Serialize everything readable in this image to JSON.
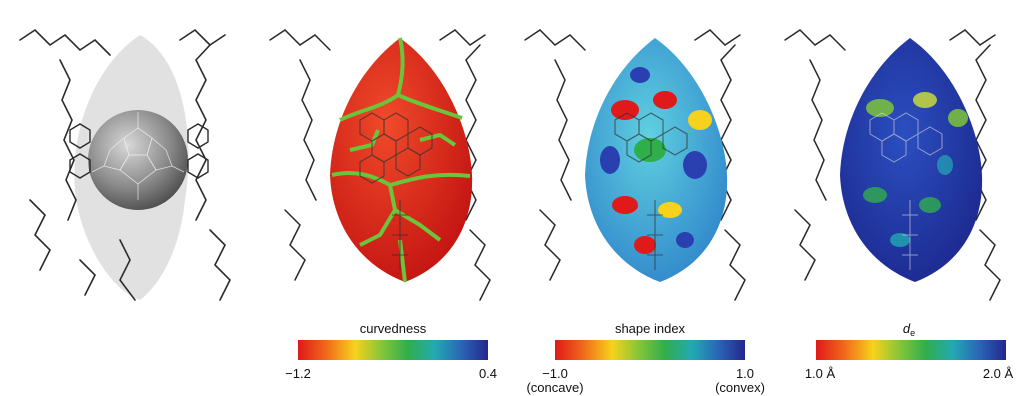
{
  "panels": [
    {
      "id": "molecule",
      "surface": "grey-translucent",
      "scale": null
    },
    {
      "id": "curvedness",
      "surface": "curvedness-map",
      "scale": {
        "title": "curvedness",
        "min_label": "−1.2",
        "max_label": "0.4",
        "colors": [
          "#e0191a",
          "#f06a1a",
          "#f6d21c",
          "#7fc43b",
          "#2fae4c",
          "#23a9b3",
          "#2a66b5",
          "#23268e"
        ]
      }
    },
    {
      "id": "shape-index",
      "surface": "shape-index-map",
      "scale": {
        "title": "shape index",
        "min_label": "−1.0",
        "min_sub": "(concave)",
        "max_label": "1.0",
        "max_sub": "(convex)",
        "colors": [
          "#e0191a",
          "#f06a1a",
          "#f6d21c",
          "#7fc43b",
          "#2fae4c",
          "#23a9b3",
          "#2a66b5",
          "#23268e"
        ]
      }
    },
    {
      "id": "de",
      "surface": "de-map",
      "scale": {
        "title_main": "d",
        "title_sub": "e",
        "min_label": "1.0 Å",
        "max_label": "2.0 Å",
        "colors": [
          "#e0191a",
          "#f06a1a",
          "#f6d21c",
          "#7fc43b",
          "#2fae4c",
          "#23a9b3",
          "#2a66b5",
          "#23268e"
        ]
      }
    }
  ]
}
